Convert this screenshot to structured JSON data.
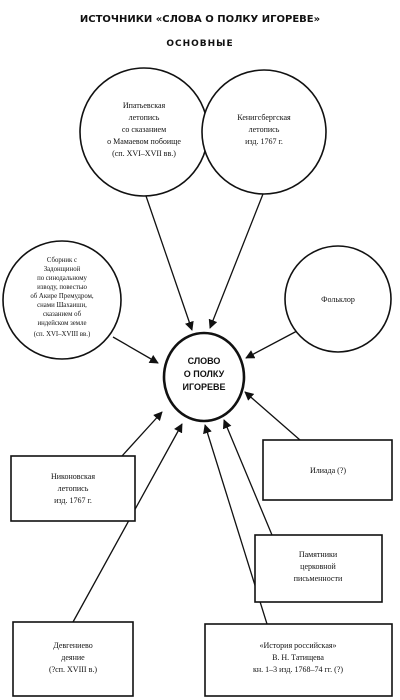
{
  "title": "ИСТОЧНИКИ «СЛОВА О ПОЛКУ ИГОРЕВЕ»",
  "subtitle": "ОСНОВНЫЕ",
  "center": {
    "lines": [
      "СЛОВО",
      "О ПОЛКУ",
      "ИГОРЕВЕ"
    ]
  },
  "sources": [
    {
      "id": "ipatievskaya",
      "shape": "circle",
      "lines": [
        "Ипатьевская",
        "летопись",
        "со сказанием",
        "о Мамаевом побоище",
        "(сп. XVI–XVII вв.)"
      ]
    },
    {
      "id": "konigsberg",
      "shape": "circle",
      "lines": [
        "Кенигсбергская",
        "летопись",
        "изд. 1767 г."
      ]
    },
    {
      "id": "sbornik",
      "shape": "circle",
      "lines": [
        "Сборник с",
        "Задонщиной",
        "по синодальному",
        "изводу, повестью",
        "об Акире Премудром,",
        "снами Шахаиши,",
        "сказанием об",
        "индейском земле",
        "(сп. XVI–XVIII вв.)"
      ]
    },
    {
      "id": "folklore",
      "shape": "circle",
      "lines": [
        "Фольклор"
      ]
    },
    {
      "id": "nikonovskaya",
      "shape": "rect",
      "lines": [
        "Никоновская",
        "летопись",
        "изд. 1767 г."
      ]
    },
    {
      "id": "iliad",
      "shape": "rect",
      "lines": [
        "Илиада  (?)"
      ]
    },
    {
      "id": "church",
      "shape": "rect",
      "lines": [
        "Памятники",
        "церковной",
        "письменности"
      ]
    },
    {
      "id": "devgenievo",
      "shape": "rect",
      "lines": [
        "Девгениево",
        "деяние",
        "(?сп. XVIII в.)"
      ]
    },
    {
      "id": "tatishchev",
      "shape": "rect",
      "lines": [
        "«История российская»",
        "В. Н. Татищева",
        "кн. 1–3 изд. 1768–74 гг. (?)"
      ]
    }
  ],
  "colors": {
    "ink": "#111111",
    "paper": "#ffffff"
  }
}
